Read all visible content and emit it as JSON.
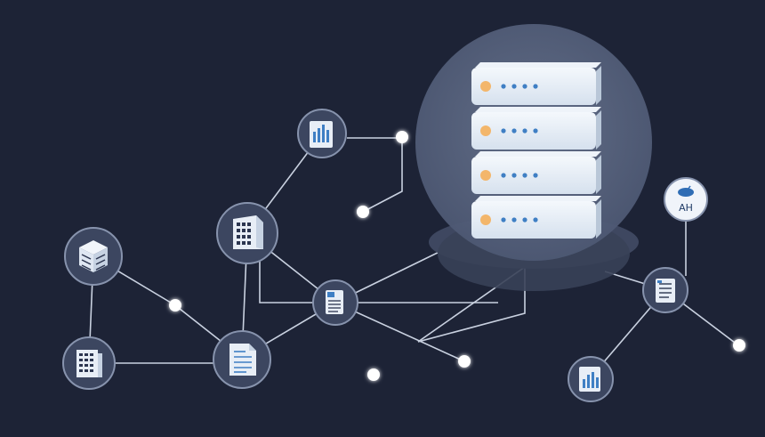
{
  "diagram": {
    "type": "network-topology",
    "central_node": {
      "icon": "server-rack-icon",
      "units": 4,
      "unit_indicator_color": "#f3b66b",
      "unit_led_color": "#3f7fc4"
    },
    "nodes": [
      {
        "id": "analytics",
        "icon": "bar-chart-icon"
      },
      {
        "id": "building-a",
        "icon": "building-icon"
      },
      {
        "id": "database",
        "icon": "database-icon"
      },
      {
        "id": "document-mid",
        "icon": "document-icon"
      },
      {
        "id": "building-b",
        "icon": "building-icon"
      },
      {
        "id": "document-bottom",
        "icon": "document-icon"
      },
      {
        "id": "satellite",
        "icon": "satellite-dish-icon",
        "label": "AH"
      },
      {
        "id": "document-right",
        "icon": "document-icon"
      },
      {
        "id": "chart-bottom",
        "icon": "bar-chart-icon"
      }
    ],
    "junction_points": 6
  },
  "colors": {
    "background": "#1d2336",
    "line": "#c9d1e0",
    "node_ring": "#3c4660",
    "node_ring_stroke": "#8793ad",
    "halo": "#55627d",
    "halo_shadow": "#3e4760",
    "server_face": "#dfeaf5",
    "dot": "#ffffff"
  }
}
